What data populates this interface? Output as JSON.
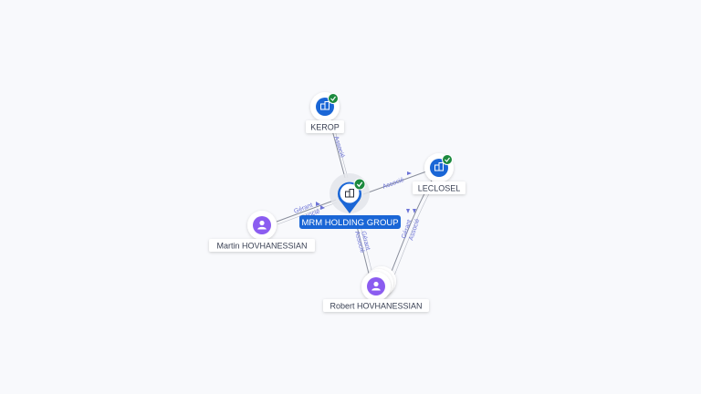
{
  "graph": {
    "center": {
      "label": "MRM HOLDING GROUP",
      "type": "company",
      "verified": true,
      "icon": "building-icon"
    },
    "companies": [
      {
        "id": "kerop",
        "label": "KEROP",
        "verified": true,
        "icon": "building-icon"
      },
      {
        "id": "leclosel",
        "label": "LECLOSEL",
        "verified": true,
        "icon": "building-icon"
      }
    ],
    "people": [
      {
        "id": "martin",
        "label": "Martin HOVHANESSIAN",
        "icon": "person-icon"
      },
      {
        "id": "robert",
        "label": "Robert HOVHANESSIAN",
        "icon": "person-icon"
      }
    ],
    "edges": [
      {
        "from": "kerop",
        "to": "center",
        "label": "Associé"
      },
      {
        "from": "center",
        "to": "leclosel",
        "label": "Associé"
      },
      {
        "from": "martin",
        "to": "center",
        "label": "Gérant"
      },
      {
        "from": "martin",
        "to": "center",
        "label": "Associé"
      },
      {
        "from": "center",
        "to": "robert",
        "label": "Gérant"
      },
      {
        "from": "center",
        "to": "robert",
        "label": "Associé"
      },
      {
        "from": "leclosel",
        "to": "robert",
        "label": "Gérant"
      },
      {
        "from": "leclosel",
        "to": "robert",
        "label": "Associé"
      }
    ]
  },
  "colors": {
    "background": "#f8f9fc",
    "company_blue": "#1a66d6",
    "person_purple": "#8b5cf0",
    "verified_green": "#1c8a3e",
    "edge_label": "#6d74d6",
    "edge_line": "#8a8f9c"
  }
}
